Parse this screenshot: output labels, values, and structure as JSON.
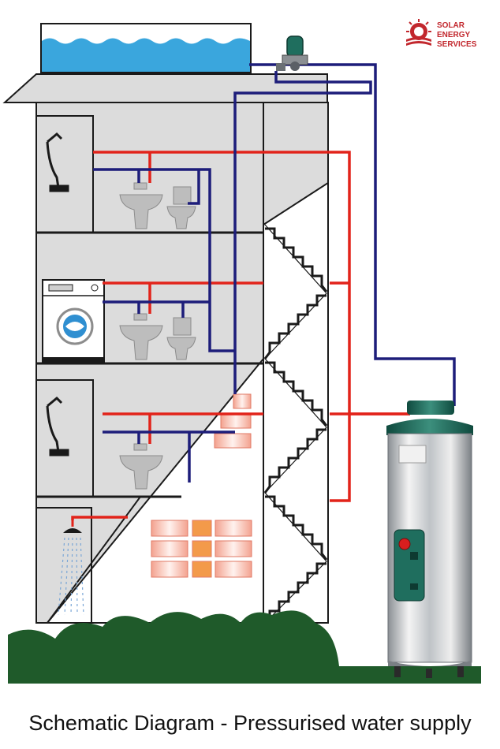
{
  "logo": {
    "line1": "SOLAR",
    "line2": "ENERGY",
    "line3": "SERVICES"
  },
  "caption": "Schematic Diagram - Pressurised water supply",
  "colors": {
    "hot_pipe": "#e2231a",
    "cold_pipe": "#1d1d7a",
    "building": "#dcdcdc",
    "outline": "#1a1a1a",
    "tank_water": "#3aa6dd",
    "bush": "#1f5a2a",
    "heater_lid": "#1f6e5e",
    "logo": "#c2272d"
  },
  "icons": [
    "water-tank-icon",
    "pressure-pump-icon",
    "shower-mixer-icon",
    "washbasin-icon",
    "toilet-icon",
    "washing-machine-icon",
    "overhead-shower-icon",
    "water-heater-icon",
    "bush-icon"
  ]
}
